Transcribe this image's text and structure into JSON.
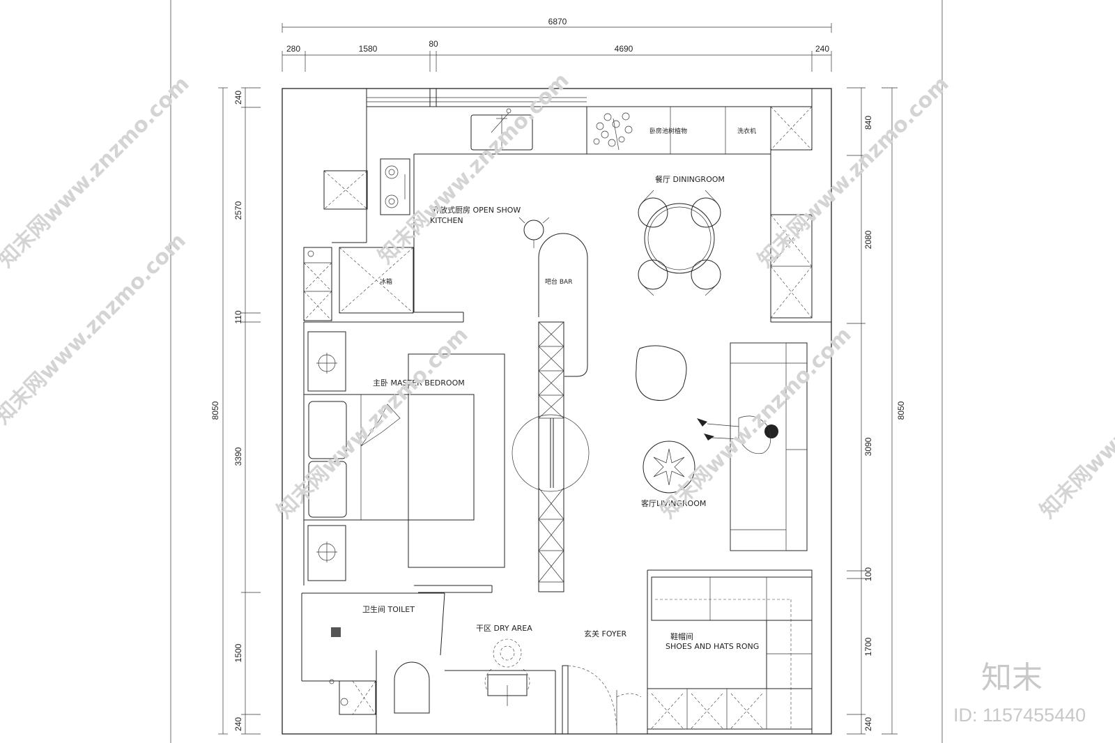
{
  "dimensions": {
    "top_total": "6870",
    "top_segments": [
      "280",
      "1580",
      "80",
      "4690",
      "240"
    ],
    "left_total": "8050",
    "left_segments": [
      "240",
      "2570",
      "110",
      "3390",
      "1500",
      "240"
    ],
    "right_total": "8050",
    "right_segments": [
      "840",
      "2080",
      "3090",
      "100",
      "1700",
      "240"
    ]
  },
  "rooms": {
    "kitchen_line1": "开放式厨房 OPEN SHOW",
    "kitchen_line2": "KITCHEN",
    "dining": "餐厅 DININGROOM",
    "bar": "吧台 BAR",
    "fridge": "冰箱",
    "cabinet_plant": "卧房池树植物",
    "washer": "洗衣机",
    "master_bedroom": "主卧 MASTER BEDROOM",
    "living": "客厅LIVINGROOM",
    "toilet": "卫生间 TOILET",
    "dry_area": "干区 DRY AREA",
    "foyer": "玄关 FOYER",
    "shoes_line1": "鞋帽间",
    "shoes_line2": "SHOES AND HATS RONG"
  },
  "watermark": {
    "text": "知末网www.znzmo.com",
    "brand": "知末",
    "id_label": "ID: 1157455440"
  }
}
